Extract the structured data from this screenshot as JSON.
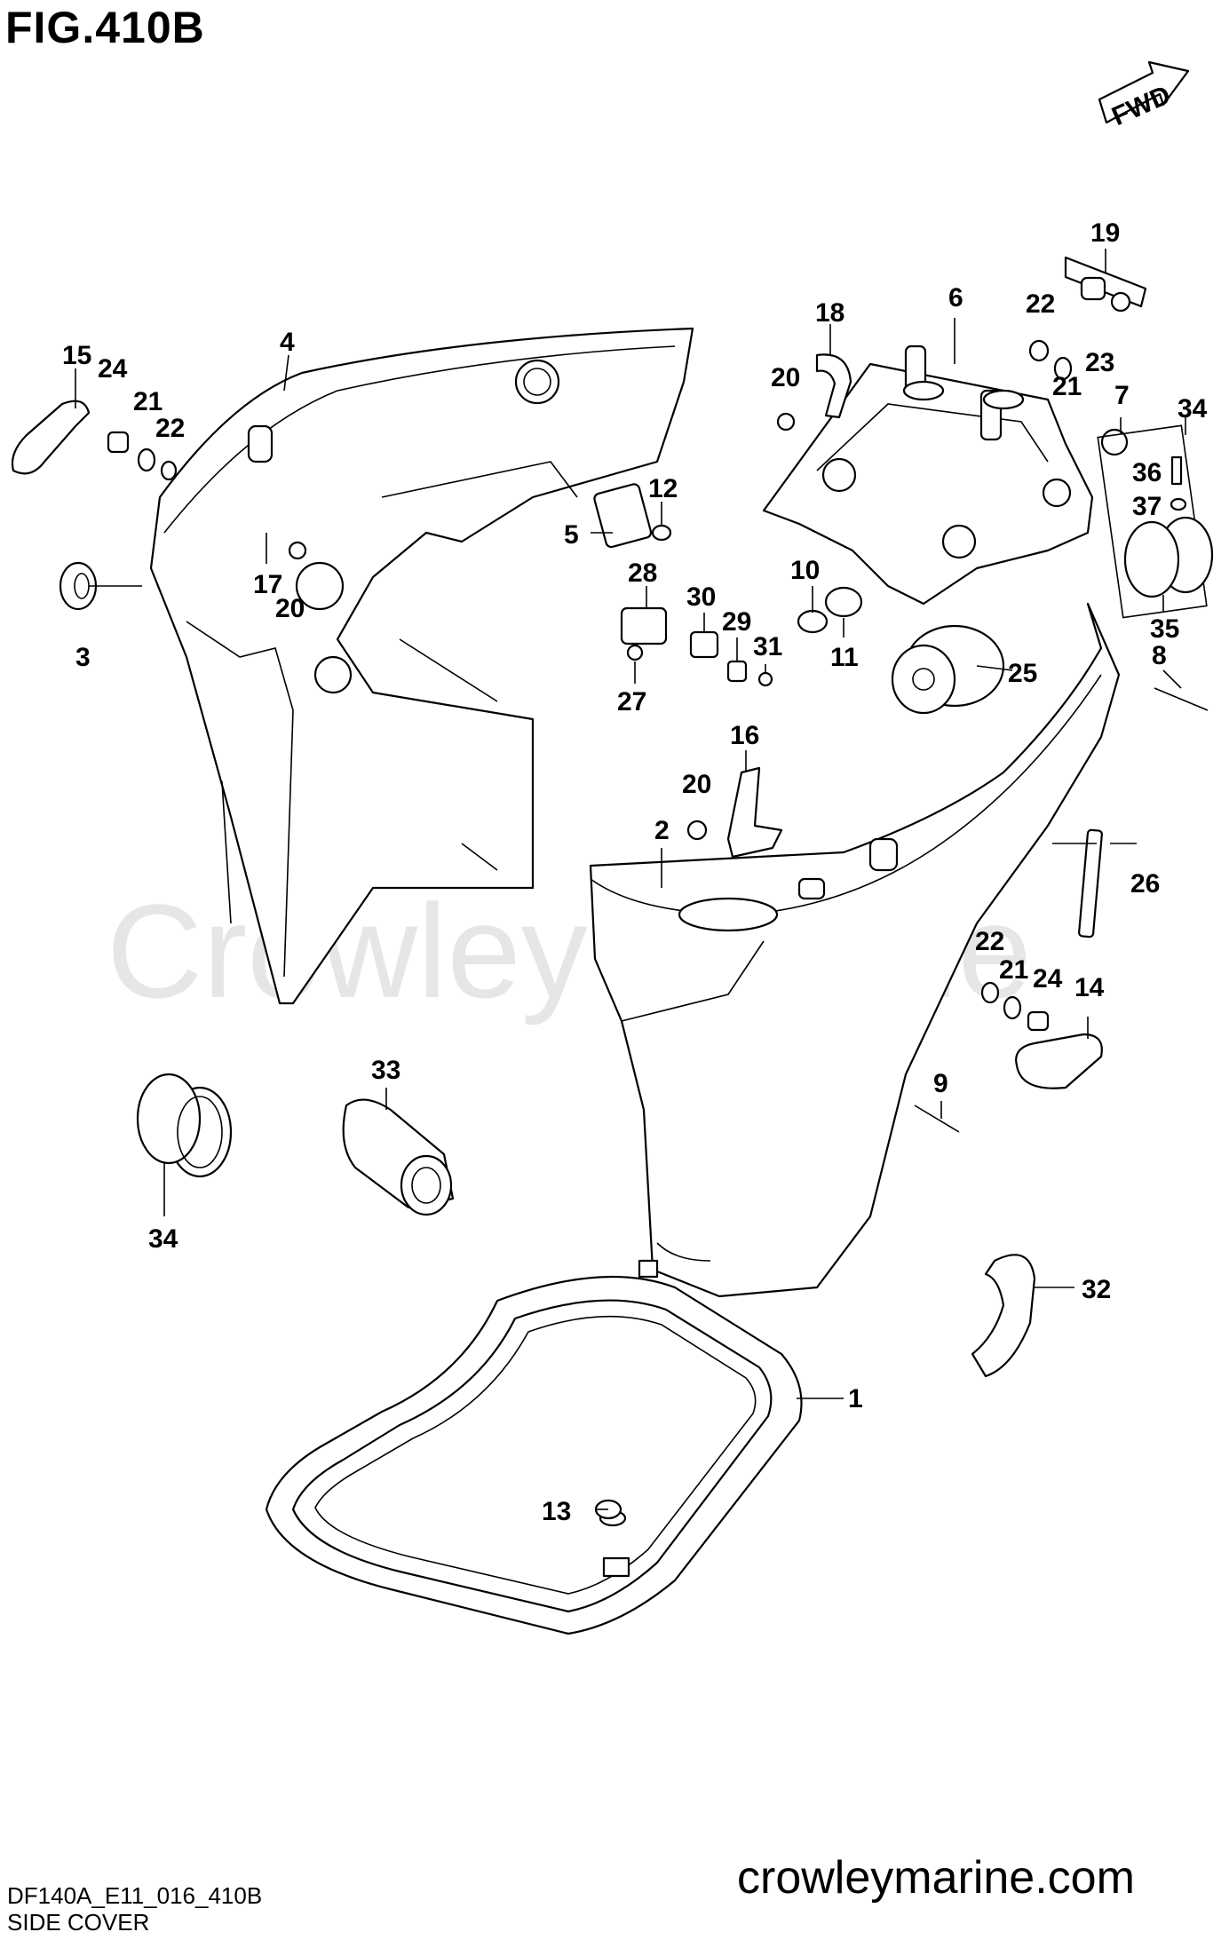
{
  "figure_title": "FIG.410B",
  "direction_badge": "FWD",
  "watermark": "Crowley Marine",
  "website": "crowleymarine.com",
  "diagram_code": "DF140A_E11_016_410B",
  "caption": "SIDE COVER",
  "callouts": [
    "1",
    "2",
    "3",
    "4",
    "5",
    "6",
    "7",
    "8",
    "9",
    "10",
    "11",
    "12",
    "13",
    "14",
    "15",
    "16",
    "17",
    "18",
    "19",
    "20",
    "20",
    "20",
    "21",
    "21",
    "21",
    "22",
    "22",
    "22",
    "23",
    "24",
    "24",
    "25",
    "26",
    "27",
    "28",
    "29",
    "30",
    "31",
    "32",
    "33",
    "34",
    "34",
    "35",
    "36",
    "37"
  ]
}
